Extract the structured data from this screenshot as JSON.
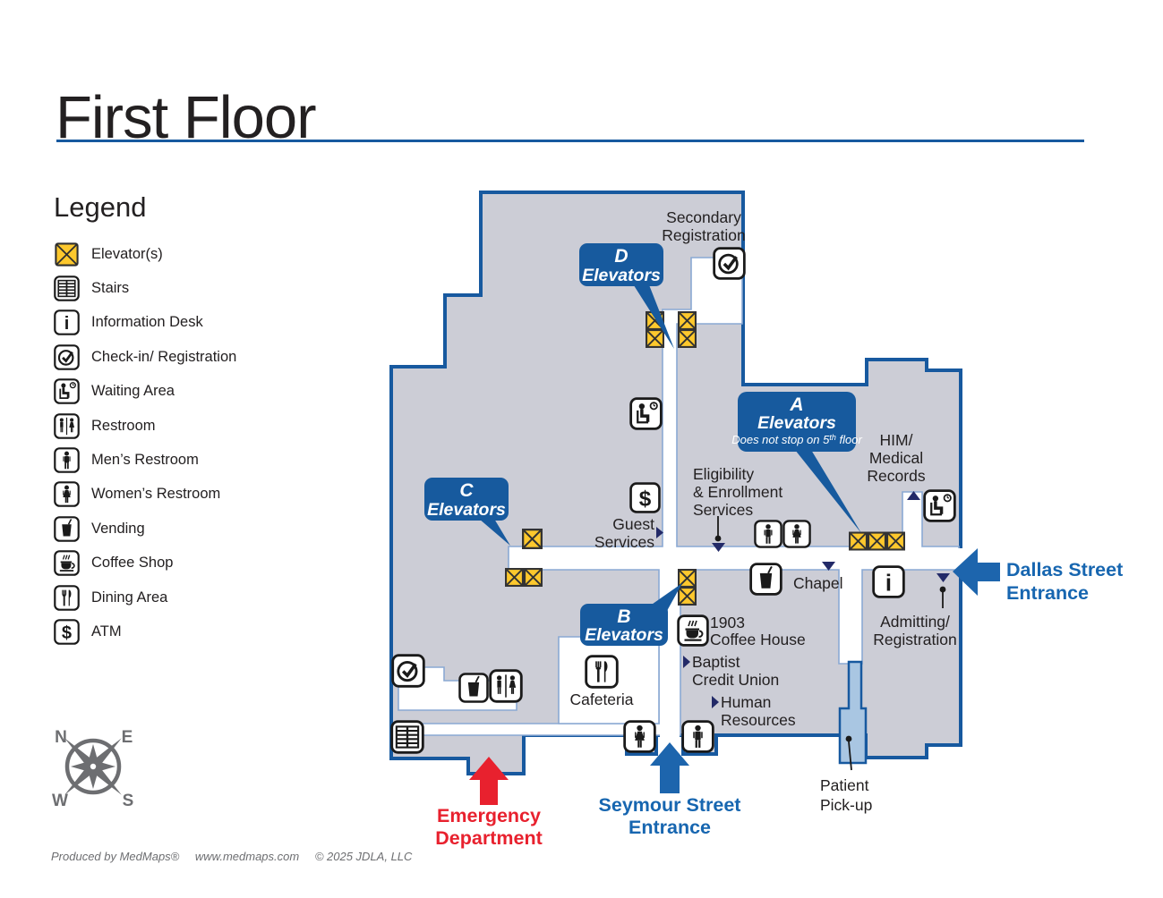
{
  "title": "First Floor",
  "legend": {
    "heading": "Legend",
    "items": [
      {
        "icon": "elevator-icon",
        "label": "Elevator(s)"
      },
      {
        "icon": "stairs-icon",
        "label": "Stairs"
      },
      {
        "icon": "information-desk-icon",
        "label": "Information Desk"
      },
      {
        "icon": "check-in-registration-icon",
        "label": "Check-in/ Registration"
      },
      {
        "icon": "waiting-area-icon",
        "label": "Waiting Area"
      },
      {
        "icon": "restroom-icon",
        "label": "Restroom"
      },
      {
        "icon": "mens-restroom-icon",
        "label": "Men’s Restroom"
      },
      {
        "icon": "womens-restroom-icon",
        "label": "Women’s Restroom"
      },
      {
        "icon": "vending-icon",
        "label": "Vending"
      },
      {
        "icon": "coffee-shop-icon",
        "label": "Coffee Shop"
      },
      {
        "icon": "dining-area-icon",
        "label": "Dining Area"
      },
      {
        "icon": "atm-icon",
        "label": "ATM"
      }
    ]
  },
  "compass": {
    "n": "N",
    "e": "E",
    "w": "W",
    "s": "S"
  },
  "map": {
    "callouts": {
      "d": {
        "line1": "D",
        "line2": "Elevators"
      },
      "a": {
        "line1": "A",
        "line2": "Elevators",
        "note_parts": [
          "Does not stop on 5",
          "th",
          " floor"
        ]
      },
      "c": {
        "line1": "C",
        "line2": "Elevators"
      },
      "b": {
        "line1": "B",
        "line2": "Elevators"
      }
    },
    "labels": {
      "secondary_registration": [
        "Secondary",
        "Registration"
      ],
      "guest_services": [
        "Guest",
        "Services"
      ],
      "eligibility": [
        "Eligibility",
        "& Enrollment",
        "Services"
      ],
      "him_medical_records": [
        "HIM/",
        "Medical",
        "Records"
      ],
      "chapel": "Chapel",
      "coffee_house": [
        "1903",
        "Coffee House"
      ],
      "baptist_credit_union": [
        "Baptist",
        "Credit Union"
      ],
      "human_resources": [
        "Human",
        "Resources"
      ],
      "cafeteria": "Cafeteria",
      "admitting_registration": [
        "Admitting/",
        "Registration"
      ],
      "patient_pickup": [
        "Patient",
        "Pick-up"
      ]
    },
    "entrances": {
      "dallas": [
        "Dallas Street",
        "Entrance"
      ],
      "seymour": [
        "Seymour Street",
        "Entrance"
      ],
      "emergency": [
        "Emergency",
        "Department"
      ]
    },
    "colors": {
      "building_fill": "#cccdd6",
      "border_blue": "#17599f",
      "corridor_border": "#8aa9d3",
      "elevator_yellow": "#fdc82d",
      "callout_blue": "#175a9e",
      "entrance_blue": "#1766b0",
      "emergency_red": "#e8212e",
      "patient_pickup_blue": "#a9c6e2",
      "marker_navy": "#232a68"
    }
  },
  "footer": {
    "produced": "Produced by MedMaps®",
    "site": "www.medmaps.com",
    "copyright": "© 2025 JDLA, LLC"
  }
}
